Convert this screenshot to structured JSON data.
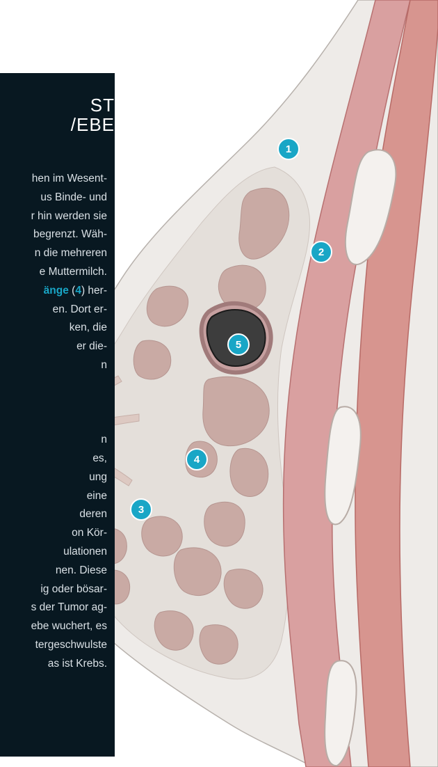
{
  "title_lines": [
    "ST",
    "/EBE"
  ],
  "body_lines": [
    "hen im Wesent-",
    "us Binde- und",
    "r hin werden sie",
    "begrenzt. Wäh-",
    "n die mehreren",
    "e Muttermilch.",
    {
      "pre": "",
      "hl": "änge",
      "mid": " (",
      "hl2": "4",
      "post": ") her-"
    },
    "en. Dort er-",
    "ken, die",
    "er die-",
    "n",
    "",
    "",
    "",
    "n",
    "es,",
    "ung",
    "eine",
    "deren",
    "on Kör-",
    "ulationen",
    "nen.  Diese",
    "ig oder bösar-",
    "s der Tumor ag-",
    "ebe wuchert, es",
    "tergeschwulste",
    "as ist Krebs."
  ],
  "markers": [
    {
      "label": "1",
      "color": "#19a6c6"
    },
    {
      "label": "2",
      "color": "#19a6c6"
    },
    {
      "label": "3",
      "color": "#19a6c6"
    },
    {
      "label": "4",
      "color": "#19a6c6"
    },
    {
      "label": "5",
      "color": "#19a6c6"
    }
  ],
  "colors": {
    "panel_bg": "#081821",
    "accent": "#19a6c6",
    "breast_tissue": "#e4dfda",
    "lobule": "#c9aaa4",
    "muscle": "#d9a0a0",
    "tumor": "#3d3d3d"
  }
}
